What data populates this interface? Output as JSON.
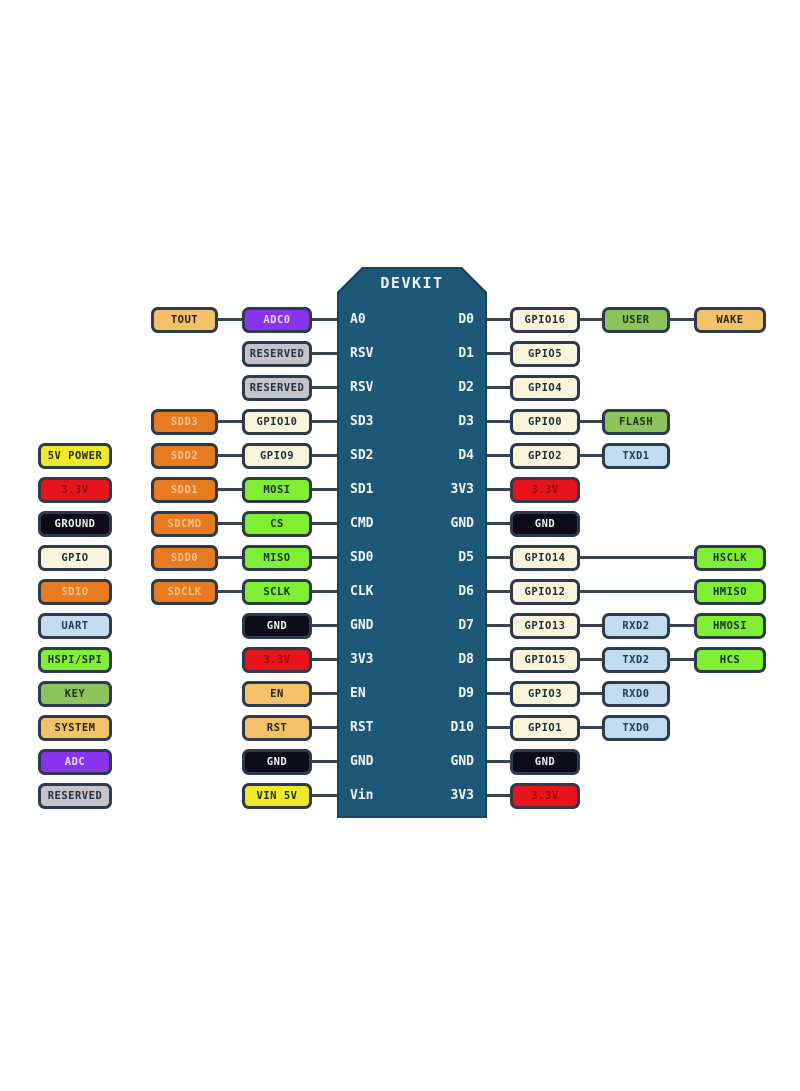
{
  "chip": {
    "title": "DEVKIT",
    "body_color": "#1d5878",
    "edge_color": "#16455f"
  },
  "palette": {
    "yellow": {
      "bg": "#efe92c",
      "text": "#26300e"
    },
    "red": {
      "bg": "#e8141c",
      "text": "#8b1014"
    },
    "black": {
      "bg": "#0d0d1a",
      "text": "#f2f2f2"
    },
    "gpio": {
      "bg": "#faf5da",
      "text": "#1f2e3e"
    },
    "orange": {
      "bg": "#e87a20",
      "text": "#f8c08c"
    },
    "blue": {
      "bg": "#c2dcf2",
      "text": "#1d3a5a"
    },
    "lime": {
      "bg": "#80ee33",
      "text": "#1c3222"
    },
    "green": {
      "bg": "#8bc45a",
      "text": "#1f3318"
    },
    "tan": {
      "bg": "#f2c168",
      "text": "#2c2410"
    },
    "purple": {
      "bg": "#8a33ee",
      "text": "#e9d8fa"
    },
    "gray": {
      "bg": "#c4c4ca",
      "text": "#23303e"
    }
  },
  "legend": [
    {
      "label": "5V POWER",
      "color": "yellow"
    },
    {
      "label": "3.3V",
      "color": "red"
    },
    {
      "label": "GROUND",
      "color": "black"
    },
    {
      "label": "GPIO",
      "color": "gpio"
    },
    {
      "label": "SDIO",
      "color": "orange"
    },
    {
      "label": "UART",
      "color": "blue"
    },
    {
      "label": "HSPI/SPI",
      "color": "lime"
    },
    {
      "label": "KEY",
      "color": "green"
    },
    {
      "label": "SYSTEM",
      "color": "tan"
    },
    {
      "label": "ADC",
      "color": "purple"
    },
    {
      "label": "RESERVED",
      "color": "gray"
    }
  ],
  "rows": [
    {
      "left_pin": "A0",
      "right_pin": "D0",
      "left": [
        {
          "label": "TOUT",
          "color": "tan",
          "slot": 0
        },
        {
          "label": "ADC0",
          "color": "purple",
          "slot": 1
        }
      ],
      "right": [
        {
          "label": "GPIO16",
          "color": "gpio",
          "slot": 0
        },
        {
          "label": "USER",
          "color": "green",
          "slot": 1
        },
        {
          "label": "WAKE",
          "color": "tan",
          "slot": 2
        }
      ]
    },
    {
      "left_pin": "RSV",
      "right_pin": "D1",
      "left": [
        {
          "label": "RESERVED",
          "color": "gray",
          "slot": 1
        }
      ],
      "right": [
        {
          "label": "GPIO5",
          "color": "gpio",
          "slot": 0
        }
      ]
    },
    {
      "left_pin": "RSV",
      "right_pin": "D2",
      "left": [
        {
          "label": "RESERVED",
          "color": "gray",
          "slot": 1
        }
      ],
      "right": [
        {
          "label": "GPIO4",
          "color": "gpio",
          "slot": 0
        }
      ]
    },
    {
      "left_pin": "SD3",
      "right_pin": "D3",
      "left": [
        {
          "label": "SDD3",
          "color": "orange",
          "slot": 0
        },
        {
          "label": "GPIO10",
          "color": "gpio",
          "slot": 1
        }
      ],
      "right": [
        {
          "label": "GPIO0",
          "color": "gpio",
          "slot": 0
        },
        {
          "label": "FLASH",
          "color": "green",
          "slot": 1
        }
      ]
    },
    {
      "left_pin": "SD2",
      "right_pin": "D4",
      "left": [
        {
          "label": "SDD2",
          "color": "orange",
          "slot": 0
        },
        {
          "label": "GPIO9",
          "color": "gpio",
          "slot": 1
        }
      ],
      "right": [
        {
          "label": "GPIO2",
          "color": "gpio",
          "slot": 0
        },
        {
          "label": "TXD1",
          "color": "blue",
          "slot": 1
        }
      ]
    },
    {
      "left_pin": "SD1",
      "right_pin": "3V3",
      "left": [
        {
          "label": "SDD1",
          "color": "orange",
          "slot": 0
        },
        {
          "label": "MOSI",
          "color": "lime",
          "slot": 1
        }
      ],
      "right": [
        {
          "label": "3.3V",
          "color": "red",
          "slot": 0
        }
      ]
    },
    {
      "left_pin": "CMD",
      "right_pin": "GND",
      "left": [
        {
          "label": "SDCMD",
          "color": "orange",
          "slot": 0
        },
        {
          "label": "CS",
          "color": "lime",
          "slot": 1
        }
      ],
      "right": [
        {
          "label": "GND",
          "color": "black",
          "slot": 0
        }
      ]
    },
    {
      "left_pin": "SD0",
      "right_pin": "D5",
      "left": [
        {
          "label": "SDD0",
          "color": "orange",
          "slot": 0
        },
        {
          "label": "MISO",
          "color": "lime",
          "slot": 1
        }
      ],
      "right": [
        {
          "label": "GPIO14",
          "color": "gpio",
          "slot": 0
        },
        {
          "label": "HSCLK",
          "color": "lime",
          "slot": 2
        }
      ]
    },
    {
      "left_pin": "CLK",
      "right_pin": "D6",
      "left": [
        {
          "label": "SDCLK",
          "color": "orange",
          "slot": 0
        },
        {
          "label": "SCLK",
          "color": "lime",
          "slot": 1
        }
      ],
      "right": [
        {
          "label": "GPIO12",
          "color": "gpio",
          "slot": 0
        },
        {
          "label": "HMISO",
          "color": "lime",
          "slot": 2
        }
      ]
    },
    {
      "left_pin": "GND",
      "right_pin": "D7",
      "left": [
        {
          "label": "GND",
          "color": "black",
          "slot": 1
        }
      ],
      "right": [
        {
          "label": "GPIO13",
          "color": "gpio",
          "slot": 0
        },
        {
          "label": "RXD2",
          "color": "blue",
          "slot": 1
        },
        {
          "label": "HMOSI",
          "color": "lime",
          "slot": 2
        }
      ]
    },
    {
      "left_pin": "3V3",
      "right_pin": "D8",
      "left": [
        {
          "label": "3.3V",
          "color": "red",
          "slot": 1
        }
      ],
      "right": [
        {
          "label": "GPIO15",
          "color": "gpio",
          "slot": 0
        },
        {
          "label": "TXD2",
          "color": "blue",
          "slot": 1
        },
        {
          "label": "HCS",
          "color": "lime",
          "slot": 2
        }
      ]
    },
    {
      "left_pin": "EN",
      "right_pin": "D9",
      "left": [
        {
          "label": "EN",
          "color": "tan",
          "slot": 1
        }
      ],
      "right": [
        {
          "label": "GPIO3",
          "color": "gpio",
          "slot": 0
        },
        {
          "label": "RXD0",
          "color": "blue",
          "slot": 1
        }
      ]
    },
    {
      "left_pin": "RST",
      "right_pin": "D10",
      "left": [
        {
          "label": "RST",
          "color": "tan",
          "slot": 1
        }
      ],
      "right": [
        {
          "label": "GPIO1",
          "color": "gpio",
          "slot": 0
        },
        {
          "label": "TXD0",
          "color": "blue",
          "slot": 1
        }
      ]
    },
    {
      "left_pin": "GND",
      "right_pin": "GND",
      "left": [
        {
          "label": "GND",
          "color": "black",
          "slot": 1
        }
      ],
      "right": [
        {
          "label": "GND",
          "color": "black",
          "slot": 0
        }
      ]
    },
    {
      "left_pin": "Vin",
      "right_pin": "3V3",
      "left": [
        {
          "label": "VIN 5V",
          "color": "yellow",
          "slot": 1
        }
      ],
      "right": [
        {
          "label": "3.3V",
          "color": "red",
          "slot": 0
        }
      ]
    }
  ]
}
